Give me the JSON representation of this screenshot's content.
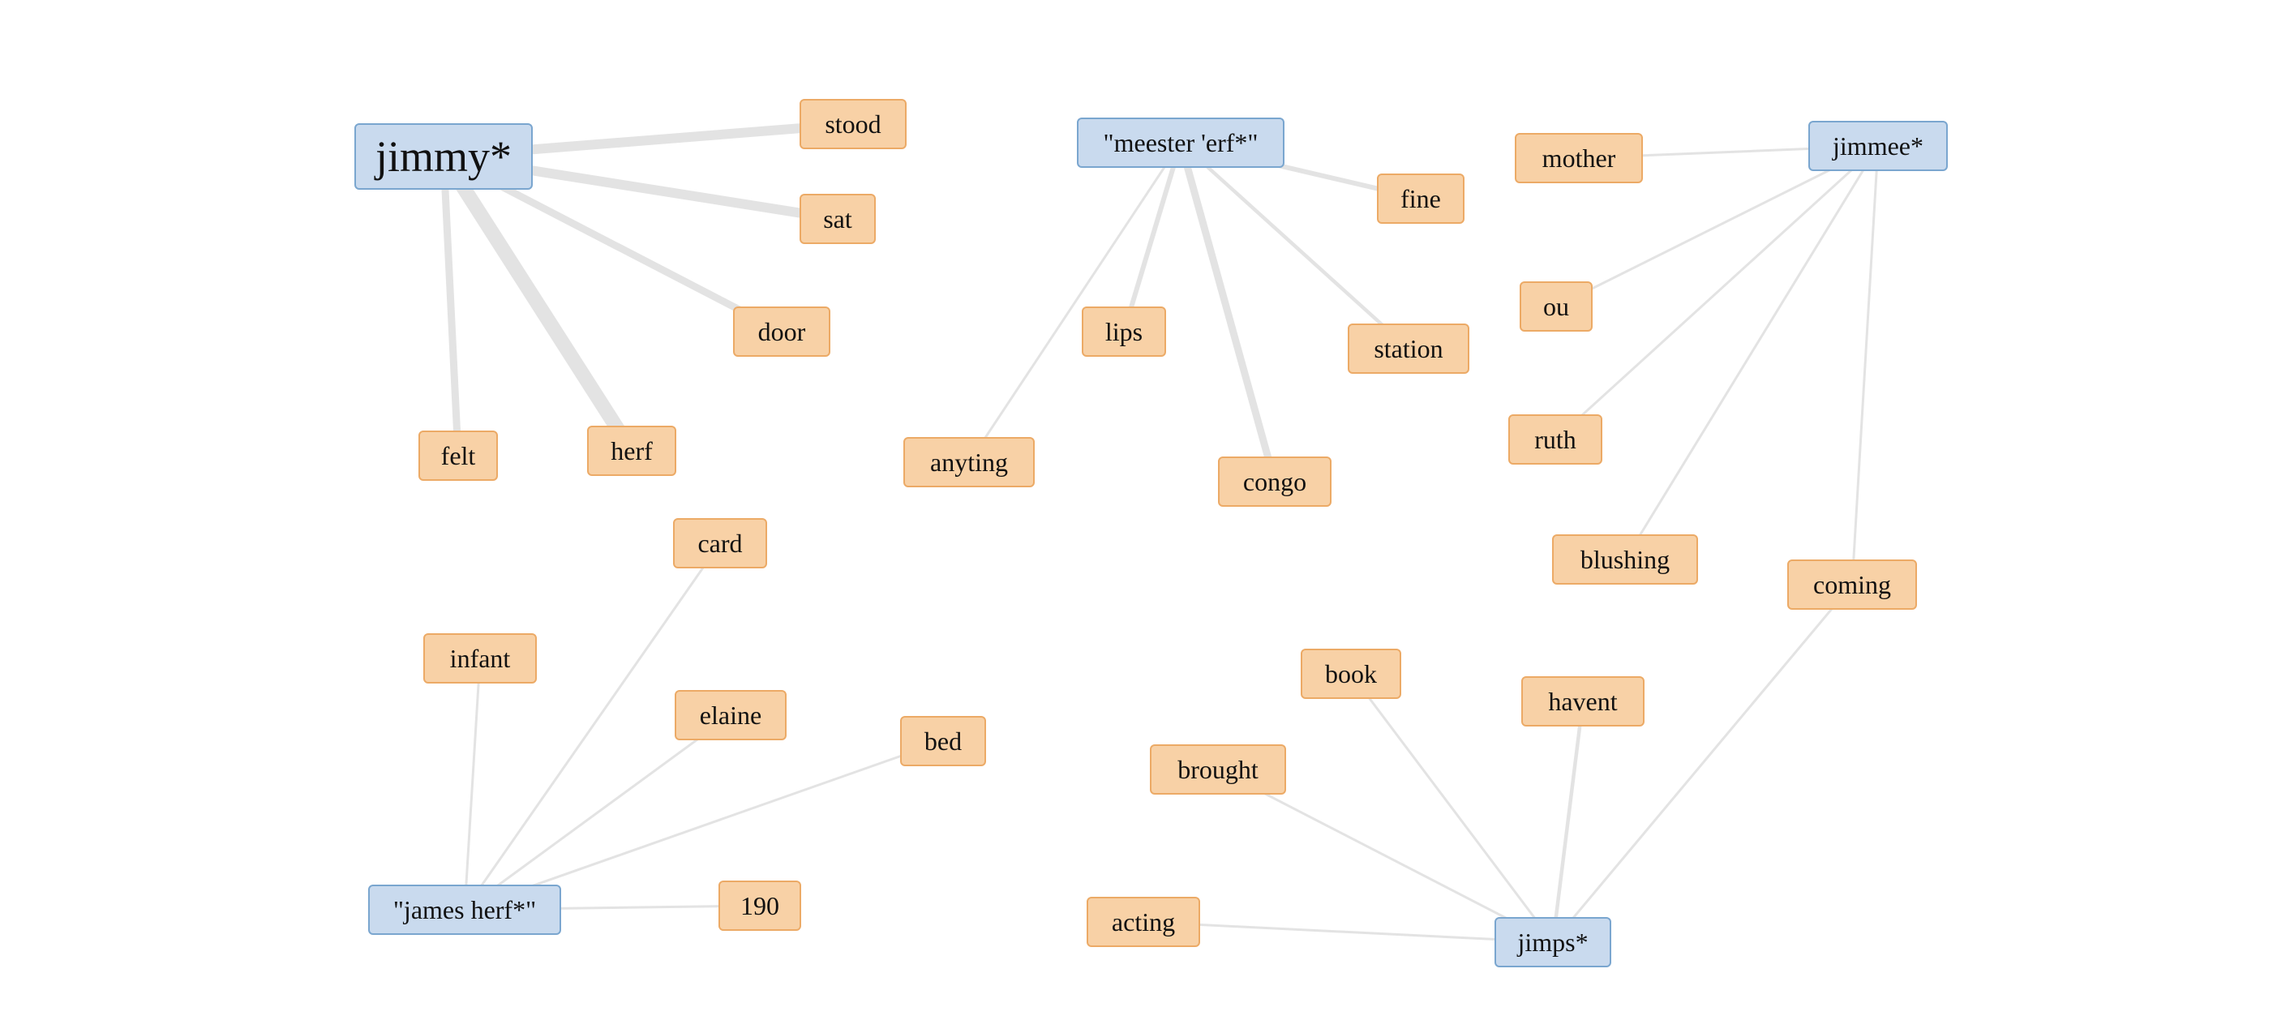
{
  "hubs": [
    {
      "id": "jimmy",
      "label": "jimmy*"
    },
    {
      "id": "meester",
      "label": "\"meester 'erf*\""
    },
    {
      "id": "jimmee",
      "label": "jimmee*"
    },
    {
      "id": "james",
      "label": "\"james herf*\""
    },
    {
      "id": "jimps",
      "label": "jimps*"
    }
  ],
  "terms": [
    {
      "id": "stood",
      "label": "stood"
    },
    {
      "id": "sat",
      "label": "sat"
    },
    {
      "id": "door",
      "label": "door"
    },
    {
      "id": "felt",
      "label": "felt"
    },
    {
      "id": "herf",
      "label": "herf"
    },
    {
      "id": "fine",
      "label": "fine"
    },
    {
      "id": "lips",
      "label": "lips"
    },
    {
      "id": "station",
      "label": "station"
    },
    {
      "id": "anyting",
      "label": "anyting"
    },
    {
      "id": "congo",
      "label": "congo"
    },
    {
      "id": "mother",
      "label": "mother"
    },
    {
      "id": "ou",
      "label": "ou"
    },
    {
      "id": "ruth",
      "label": "ruth"
    },
    {
      "id": "blushing",
      "label": "blushing"
    },
    {
      "id": "coming",
      "label": "coming"
    },
    {
      "id": "card",
      "label": "card"
    },
    {
      "id": "infant",
      "label": "infant"
    },
    {
      "id": "elaine",
      "label": "elaine"
    },
    {
      "id": "bed",
      "label": "bed"
    },
    {
      "id": "190",
      "label": "190"
    },
    {
      "id": "book",
      "label": "book"
    },
    {
      "id": "havent",
      "label": "havent"
    },
    {
      "id": "brought",
      "label": "brought"
    },
    {
      "id": "acting",
      "label": "acting"
    }
  ],
  "edges": [
    {
      "from": "jimmy",
      "to": "stood",
      "weight": 4
    },
    {
      "from": "jimmy",
      "to": "sat",
      "weight": 4
    },
    {
      "from": "jimmy",
      "to": "door",
      "weight": 3
    },
    {
      "from": "jimmy",
      "to": "felt",
      "weight": 3
    },
    {
      "from": "jimmy",
      "to": "herf",
      "weight": 6
    },
    {
      "from": "meester",
      "to": "fine",
      "weight": 2
    },
    {
      "from": "meester",
      "to": "lips",
      "weight": 2
    },
    {
      "from": "meester",
      "to": "station",
      "weight": 1.5
    },
    {
      "from": "meester",
      "to": "anyting",
      "weight": 1
    },
    {
      "from": "meester",
      "to": "congo",
      "weight": 3
    },
    {
      "from": "jimmee",
      "to": "mother",
      "weight": 1
    },
    {
      "from": "jimmee",
      "to": "ou",
      "weight": 1
    },
    {
      "from": "jimmee",
      "to": "ruth",
      "weight": 1
    },
    {
      "from": "jimmee",
      "to": "blushing",
      "weight": 1
    },
    {
      "from": "jimmee",
      "to": "coming",
      "weight": 1
    },
    {
      "from": "james",
      "to": "card",
      "weight": 1
    },
    {
      "from": "james",
      "to": "infant",
      "weight": 1
    },
    {
      "from": "james",
      "to": "elaine",
      "weight": 1
    },
    {
      "from": "james",
      "to": "bed",
      "weight": 1
    },
    {
      "from": "james",
      "to": "190",
      "weight": 1
    },
    {
      "from": "jimps",
      "to": "book",
      "weight": 1
    },
    {
      "from": "jimps",
      "to": "havent",
      "weight": 1.5
    },
    {
      "from": "jimps",
      "to": "brought",
      "weight": 1
    },
    {
      "from": "jimps",
      "to": "acting",
      "weight": 1
    },
    {
      "from": "jimps",
      "to": "coming",
      "weight": 1
    }
  ],
  "colors": {
    "hub_fill": "#c9daee",
    "hub_border": "#7aa6cf",
    "term_fill": "#f8d1a6",
    "term_border": "#ecaa66",
    "edge": "#e3e3e3"
  }
}
